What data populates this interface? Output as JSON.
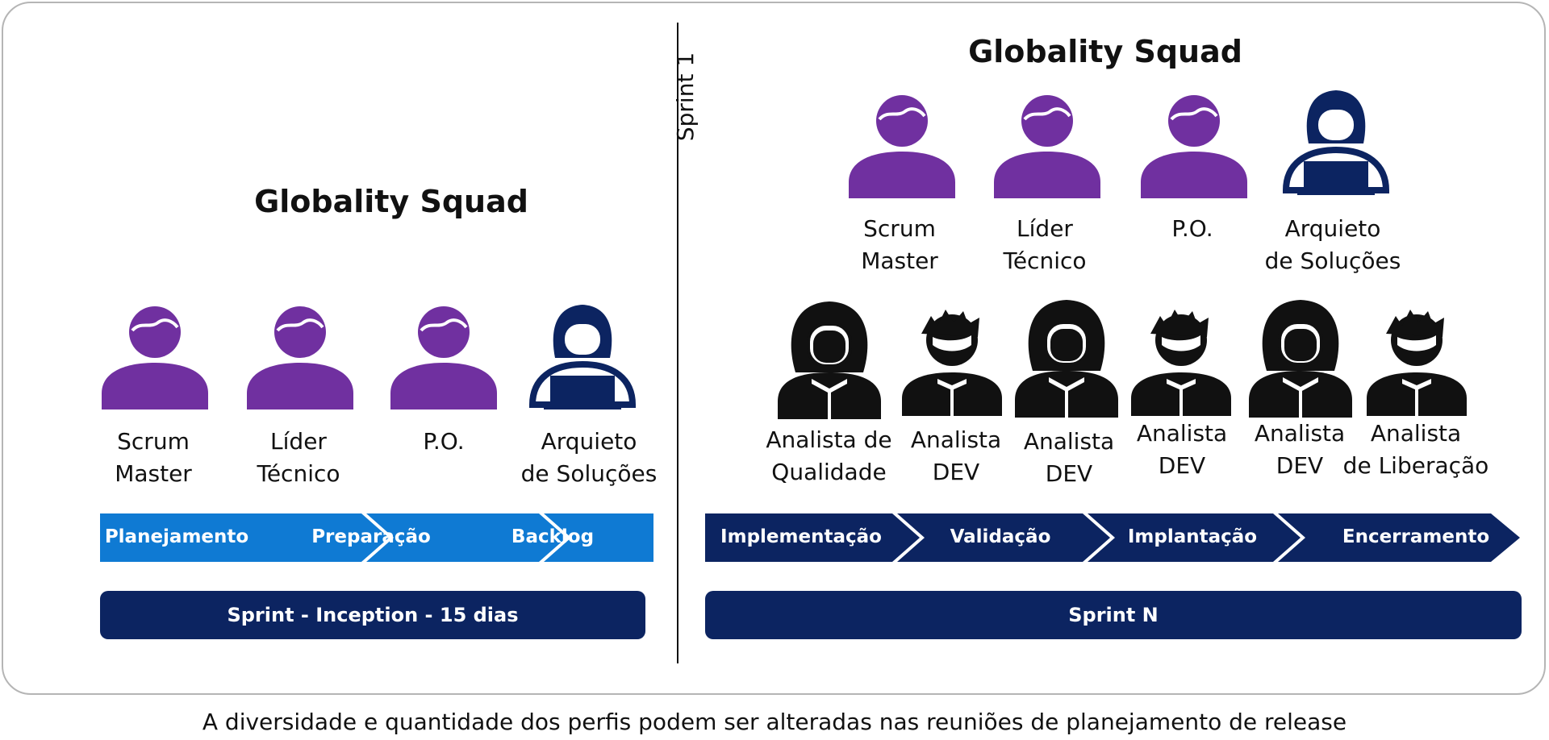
{
  "colors": {
    "purple": "#7030a0",
    "navy": "#0c2461",
    "blue": "#0f7ad3",
    "black": "#111111"
  },
  "left": {
    "title": "Globality Squad",
    "roles": [
      {
        "label": "Scrum\nMaster",
        "icon": "man-icon"
      },
      {
        "label": "Líder\nTécnico",
        "icon": "man-icon"
      },
      {
        "label": "P.O.",
        "icon": "man-icon"
      },
      {
        "label": "Arquieto\nde Soluções",
        "icon": "woman-laptop-icon"
      }
    ],
    "phases": [
      "Planejamento",
      "Preparação",
      "Backlog"
    ],
    "bar": "Sprint - Inception - 15 dias"
  },
  "sprint_marker": "Sprint 1",
  "right": {
    "title": "Globality Squad",
    "roles": [
      {
        "label": "Scrum\nMaster",
        "icon": "man-icon"
      },
      {
        "label": "Líder\nTécnico",
        "icon": "man-icon"
      },
      {
        "label": "P.O.",
        "icon": "man-icon"
      },
      {
        "label": "Arquieto\nde Soluções",
        "icon": "woman-laptop-icon"
      }
    ],
    "team": [
      {
        "label": "Analista de\nQualidade",
        "icon": "woman-icon"
      },
      {
        "label": "Analista\nDEV",
        "icon": "man-spiky-icon"
      },
      {
        "label": "Analista\nDEV",
        "icon": "woman-icon"
      },
      {
        "label": "Analista\nDEV",
        "icon": "man-spiky-icon"
      },
      {
        "label": "Analista\nDEV",
        "icon": "woman-icon"
      },
      {
        "label": "Analista\nde Liberação",
        "icon": "man-spiky-icon"
      }
    ],
    "phases": [
      "Implementação",
      "Validação",
      "Implantação",
      "Encerramento"
    ],
    "bar": "Sprint N"
  },
  "caption": "A diversidade e quantidade dos perfis podem ser alteradas nas reuniões de planejamento de release"
}
